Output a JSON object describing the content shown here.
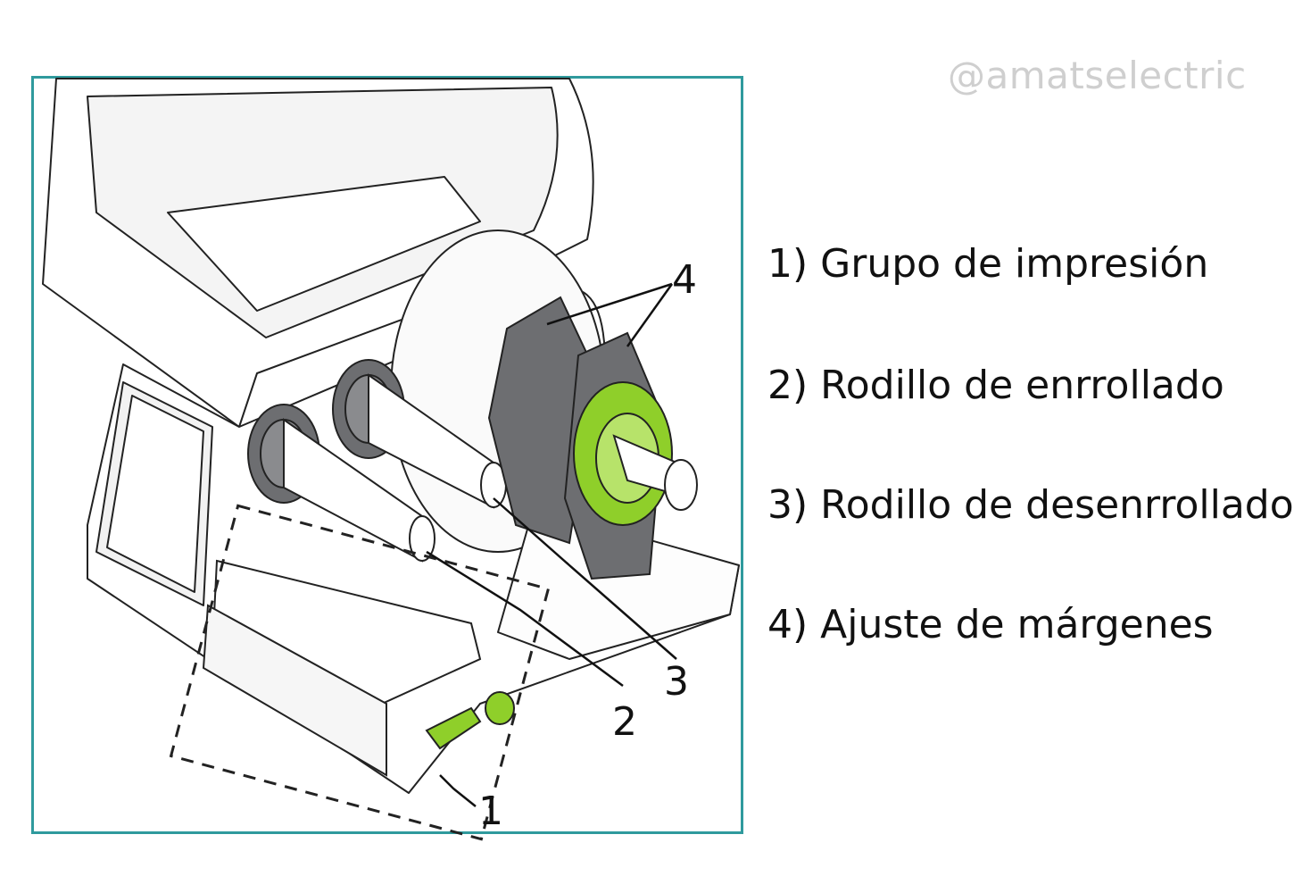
{
  "watermark": "@amatselectric",
  "callouts": [
    "1",
    "2",
    "3",
    "4"
  ],
  "legend": [
    {
      "label": "1) Grupo de impresión"
    },
    {
      "label": "2) Rodillo de enrrollado"
    },
    {
      "label": "3) Rodillo de desenrrollado"
    },
    {
      "label": "4) Ajuste de márgenes"
    }
  ],
  "colors": {
    "frame": "#2f9a9d",
    "accent_green": "#8fcf2a",
    "part_grey": "#6d6e71",
    "line": "#222222"
  }
}
